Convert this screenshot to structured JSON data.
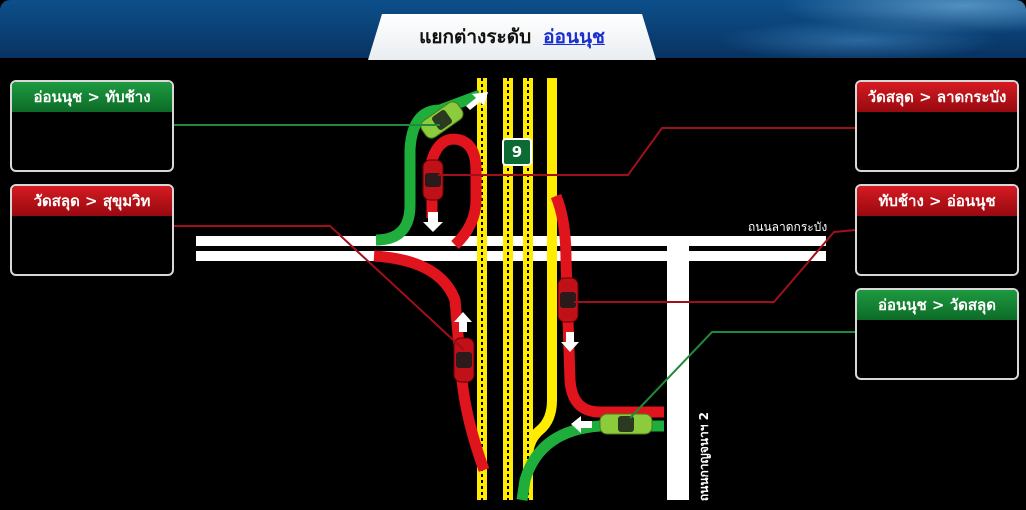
{
  "header": {
    "title_main": "แยกต่างระดับ",
    "title_accent": "อ่อนนุช"
  },
  "colors": {
    "green_route": "#1fae3c",
    "red_route": "#e0141c",
    "highway": "#ffec00",
    "road": "#ffffff",
    "leader_green": "#1e8a3a",
    "leader_red": "#a0101a"
  },
  "legends": {
    "onnut_thapchang": {
      "label": "อ่อนนุช > ทับช้าง",
      "color": "green"
    },
    "watsalut_sukhumvit": {
      "label": "วัดสลุด > สุขุมวิท",
      "color": "red"
    },
    "watsalut_latkrabang": {
      "label": "วัดสลุด > ลาดกระบัง",
      "color": "red"
    },
    "thapchang_onnut": {
      "label": "ทับช้าง > อ่อนนุช",
      "color": "red"
    },
    "onnut_watsalut": {
      "label": "อ่อนนุช > วัดสลุด",
      "color": "green"
    }
  },
  "roads": {
    "lat_krabang": "ถนนลาดกระบัง",
    "kanchanaphisek": "ถนนกาญจนาฯ 2"
  },
  "route_badge": "9"
}
